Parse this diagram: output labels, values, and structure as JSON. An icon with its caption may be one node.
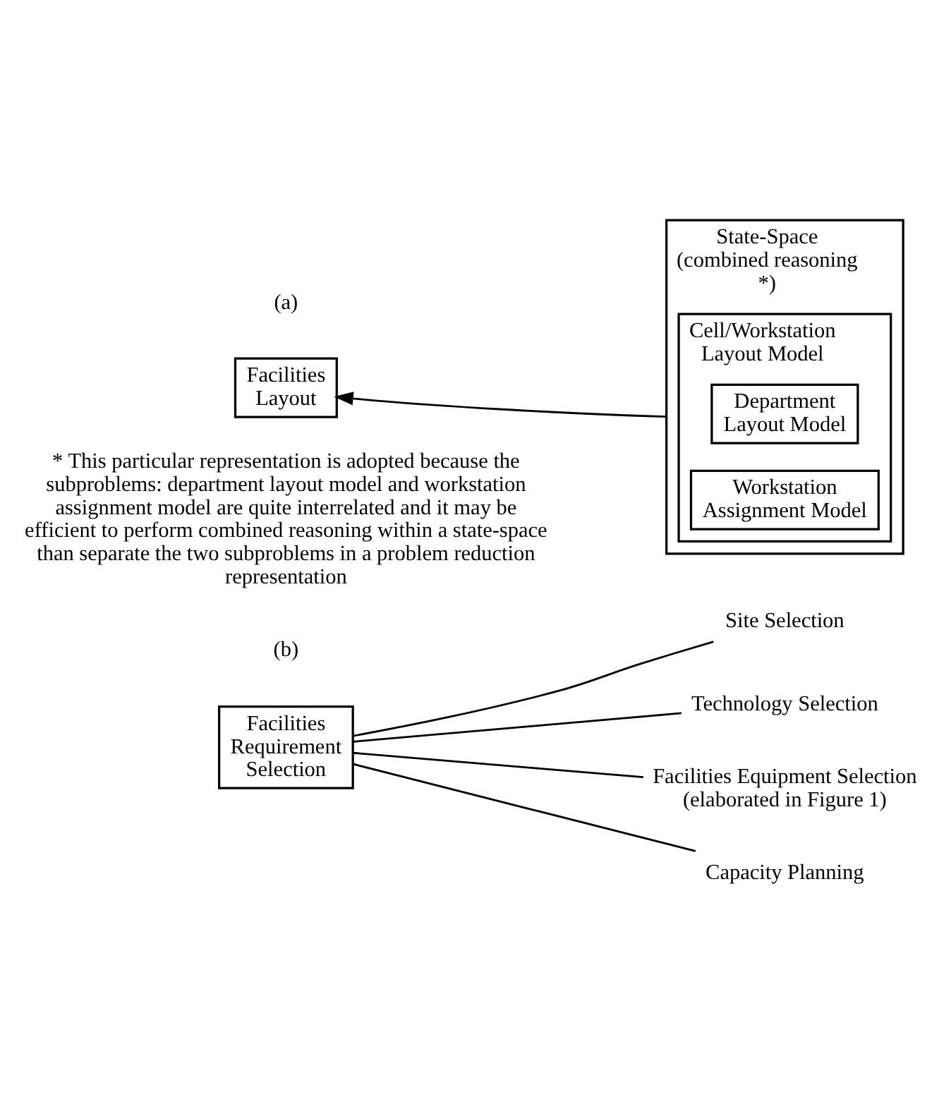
{
  "diagram": {
    "nodes": [
      {
        "text": [
          "Facilities Layout"
        ]
      },
      {
        "text": [
          "State-Space (combined reasoning *)"
        ]
      },
      {
        "text": [
          "Cell/Workstation Layout Model"
        ],
        "in": 1
      },
      {
        "text": [
          "Department Layout Model"
        ],
        "in": 2
      },
      {
        "text": [
          "Workstation Assignment Model"
        ],
        "in": 2
      },
      {
        "text": [
          "Facilities Requirement Selection"
        ]
      },
      {
        "text": [
          "Site Selection"
        ]
      },
      {
        "text": [
          "Technology Selection"
        ]
      },
      {
        "text": [
          "Facilities Equipment Selection (elaborated in Figure 1)"
        ]
      },
      {
        "text": [
          "Capacity Planning"
        ]
      }
    ],
    "edges": [
      {
        "from": 1,
        "to": 0,
        "arrow": "to"
      },
      {
        "from": 5,
        "to": 6,
        "arrow": "none"
      },
      {
        "from": 5,
        "to": 7,
        "arrow": "none"
      },
      {
        "from": 5,
        "to": 8,
        "arrow": "none"
      },
      {
        "from": 5,
        "to": 9,
        "arrow": "none"
      }
    ],
    "labels": [
      "(a)",
      "* This particular representation is adopted because the subproblems: department layout model and workstation assignment model are quite interrelated and it may be efficient to perform combined reasoning within a state-space than separate the two subproblems in a problem reduction representation",
      "(b)"
    ]
  }
}
